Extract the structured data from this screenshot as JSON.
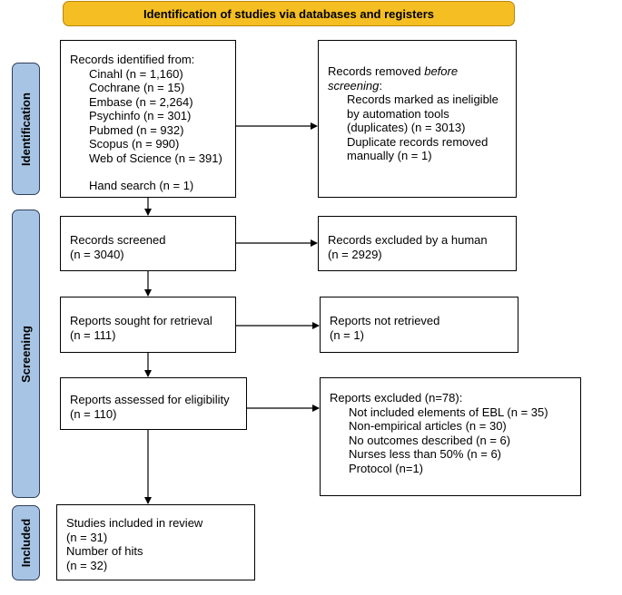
{
  "header": {
    "title": "Identification of studies via databases and registers"
  },
  "phases": {
    "identification": "Identification",
    "screening": "Screening",
    "included": "Included"
  },
  "records_identified": {
    "heading": "Records identified from:",
    "sources": [
      "Cinahl (n = 1,160)",
      "Cochrane (n = 15)",
      "Embase (n = 2,264)",
      "Psychinfo (n = 301)",
      "Pubmed (n = 932)",
      "Scopus (n = 990)",
      "Web of Science (n = 391)"
    ],
    "hand_search": "Hand search (n = 1)"
  },
  "records_removed": {
    "heading_prefix": "Records removed ",
    "heading_emphasis": "before",
    "heading_emphasis2": "screening",
    "heading_suffix": ":",
    "items": [
      "Records marked as ineligible",
      "by automation tools",
      "(duplicates) (n = 3013)",
      "Duplicate records removed",
      "manually (n = 1)"
    ]
  },
  "records_screened": {
    "label": "Records screened",
    "count": "(n = 3040)"
  },
  "records_excluded": {
    "label": "Records excluded by a human",
    "count": "(n = 2929)"
  },
  "reports_sought": {
    "label": "Reports sought for retrieval",
    "count": "(n = 111)"
  },
  "reports_not_retrieved": {
    "label": "Reports not retrieved",
    "count": "(n = 1)"
  },
  "reports_assessed": {
    "label": "Reports assessed for eligibility",
    "count": "(n = 110)"
  },
  "reports_excluded": {
    "heading": "Reports excluded (n=78):",
    "items": [
      "Not included elements of EBL (n = 35)",
      "Non-empirical articles (n = 30)",
      "No outcomes described (n = 6)",
      "Nurses less than 50% (n = 6)",
      "Protocol (n=1)"
    ]
  },
  "included": {
    "label": "Studies included in review",
    "count": "(n = 31)",
    "hits_label": "Number of hits",
    "hits_count": "(n = 32)"
  }
}
